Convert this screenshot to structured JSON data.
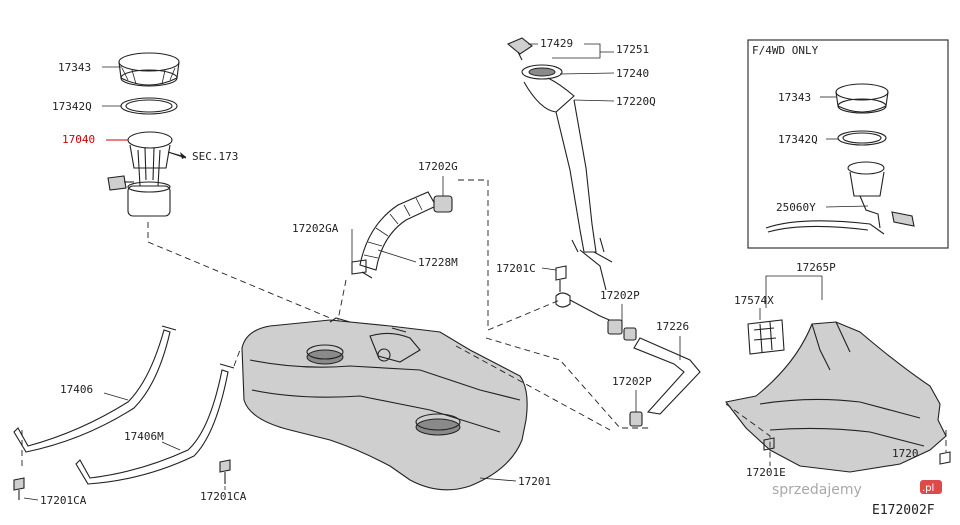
{
  "diagram": {
    "title": "E172002F",
    "inset_title": "F/4WD ONLY",
    "callouts": {
      "c17343": "17343",
      "c17342Q": "17342Q",
      "c17040": "17040",
      "sec173": "SEC.173",
      "c17202G": "17202G",
      "c17202GA": "17202GA",
      "c17228M": "17228M",
      "c17429": "17429",
      "c17251": "17251",
      "c17240": "17240",
      "c17220Q": "17220Q",
      "c17201C": "17201C",
      "c17202P_a": "17202P",
      "c17226": "17226",
      "c17202P_b": "17202P",
      "c17406": "17406",
      "c17406M": "17406M",
      "c17201CA_a": "17201CA",
      "c17201CA_b": "17201CA",
      "c17201": "17201",
      "c17265P": "17265P",
      "c17574X": "17574X",
      "c17201E": "17201E",
      "c1720_": "1720",
      "i17343": "17343",
      "i17342Q": "17342Q",
      "i25060Y": "25060Y"
    },
    "highlight_color": "#d00000"
  },
  "watermark": {
    "text": "sprzedajemy",
    "badge": ".pl"
  }
}
